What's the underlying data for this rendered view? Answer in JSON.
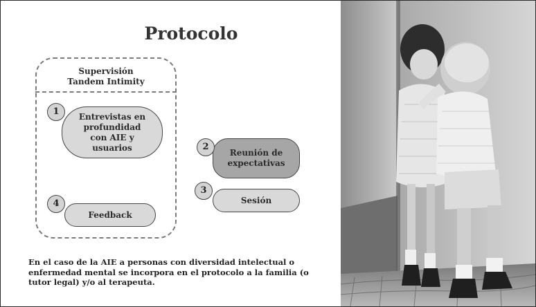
{
  "slide": {
    "title": "Protocolo",
    "supervision_label": "Supervisión\nTandem Intimity",
    "steps": [
      {
        "number": "1",
        "label": "Entrevistas en profundidad con AIE y usuarios"
      },
      {
        "number": "2",
        "label": "Reunión de expectativas"
      },
      {
        "number": "3",
        "label": "Sesión"
      },
      {
        "number": "4",
        "label": "Feedback"
      }
    ],
    "footnote": "En el caso de la AIE a personas con diversidad intelectual o enfermedad mental se incorpora en el protocolo a la familia (o tutor legal) y/o al terapeuta."
  },
  "colors": {
    "step_fill_light": "#d9d9d9",
    "step_fill_dark": "#a6a6a6",
    "number_fill": "#d3d3d3"
  },
  "photo": {
    "icon": "photo-children-kissing",
    "style": "black-and-white"
  }
}
